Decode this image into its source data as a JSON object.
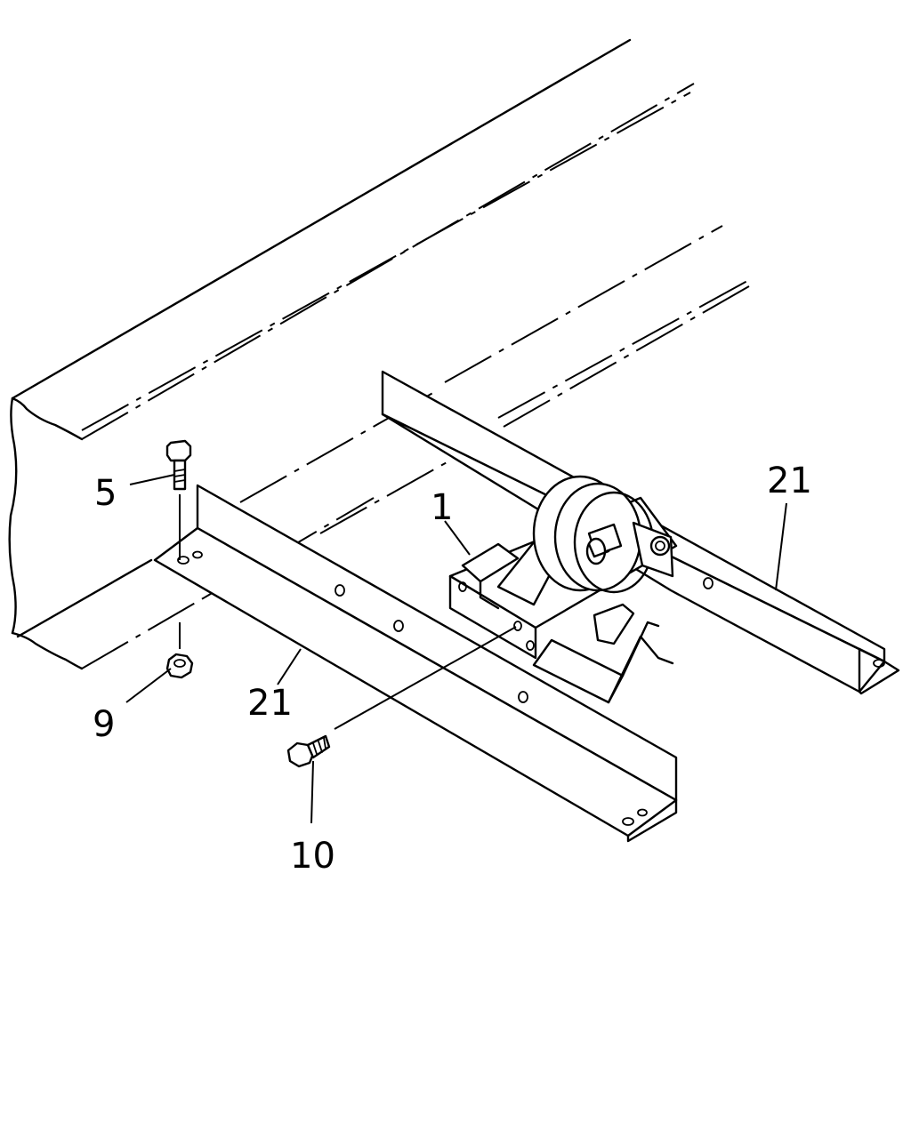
{
  "callouts": [
    {
      "id": "5",
      "label": "5"
    },
    {
      "id": "1",
      "label": "1"
    },
    {
      "id": "21a",
      "label": "21"
    },
    {
      "id": "9",
      "label": "9"
    },
    {
      "id": "21b",
      "label": "21"
    },
    {
      "id": "10",
      "label": "10"
    }
  ]
}
